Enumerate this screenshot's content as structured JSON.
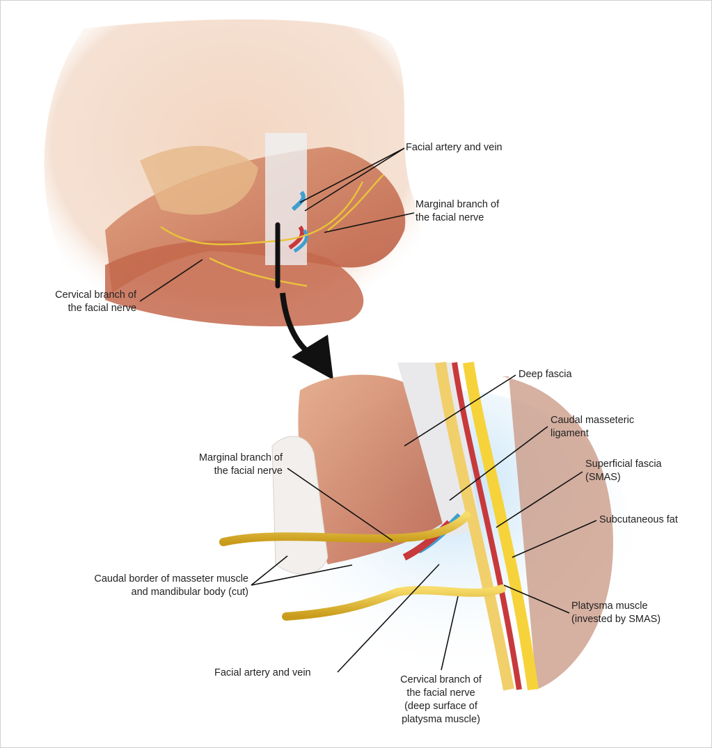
{
  "top_view": {
    "labels": {
      "facial_artery_vein": "Facial artery and vein",
      "marginal_branch": [
        "Marginal branch of",
        "the facial nerve"
      ],
      "cervical_branch": [
        "Cervical branch of",
        "the facial nerve"
      ]
    }
  },
  "detail_view": {
    "labels": {
      "deep_fascia": "Deep fascia",
      "caudal_masseteric_ligament": [
        "Caudal masseteric",
        "ligament"
      ],
      "superficial_fascia": [
        "Superficial fascia",
        "(SMAS)"
      ],
      "subcutaneous_fat": "Subcutaneous fat",
      "platysma_muscle": [
        "Platysma muscle",
        "(invested by SMAS)"
      ],
      "cervical_branch": [
        "Cervical branch of",
        "the facial nerve",
        "(deep surface of",
        "platysma muscle)"
      ],
      "facial_artery_vein": "Facial artery and vein",
      "caudal_border": [
        "Caudal border of masseter muscle",
        "and mandibular body (cut)"
      ],
      "marginal_branch": [
        "Marginal branch of",
        "the facial nerve"
      ]
    }
  },
  "colors": {
    "muscle": "#c97a5c",
    "skin": "#f0d3bd",
    "nerve": "#e9c23a",
    "fat": "#f6d33a",
    "artery": "#c8393b",
    "vein": "#3f9fcf"
  }
}
